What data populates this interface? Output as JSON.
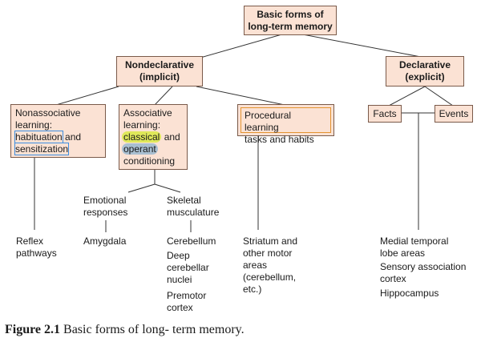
{
  "root": {
    "line1": "Basic forms of",
    "line2": "long-term memory"
  },
  "nondeclarative": {
    "line1": "Nondeclarative",
    "line2": "(implicit)"
  },
  "declarative": {
    "line1": "Declarative",
    "line2": "(explicit)"
  },
  "nonassociative": {
    "line1": "Nonassociative",
    "line2": "learning:",
    "habituation": "habituation",
    "and": " and",
    "sensitization": "sensitization"
  },
  "associative": {
    "line1": "Associative",
    "line2": "learning:",
    "classical": "classical",
    "and": " and",
    "operant": "operant",
    "line4": "conditioning"
  },
  "procedural": {
    "line1": "Procedural learning",
    "line2": "tasks and habits"
  },
  "facts": "Facts",
  "events": "Events",
  "emotional": {
    "line1": "Emotional",
    "line2": "responses"
  },
  "skeletal": {
    "line1": "Skeletal",
    "line2": "musculature"
  },
  "reflex": {
    "line1": "Reflex",
    "line2": "pathways"
  },
  "amygdala": "Amygdala",
  "cerebellum": "Cerebellum",
  "deep": {
    "line1": "Deep",
    "line2": "cerebellar",
    "line3": "nuclei"
  },
  "premotor": {
    "line1": "Premotor",
    "line2": "cortex"
  },
  "striatum": {
    "line1": "Striatum and",
    "line2": "other motor",
    "line3": "areas",
    "line4": "(cerebellum,",
    "line5": "etc.)"
  },
  "medial": {
    "line1": "Medial temporal",
    "line2": "lobe areas"
  },
  "sensory": {
    "line1": "Sensory association",
    "line2": "cortex"
  },
  "hippocampus": "Hippocampus",
  "caption": {
    "label": "Figure 2.1",
    "text": " Basic forms of long- term memory."
  },
  "colors": {
    "box_fill": "#fbe2d4",
    "highlight_blue": "#3d8ee0",
    "highlight_yellow": "#dfe85a",
    "highlight_orange": "#e3932f"
  }
}
